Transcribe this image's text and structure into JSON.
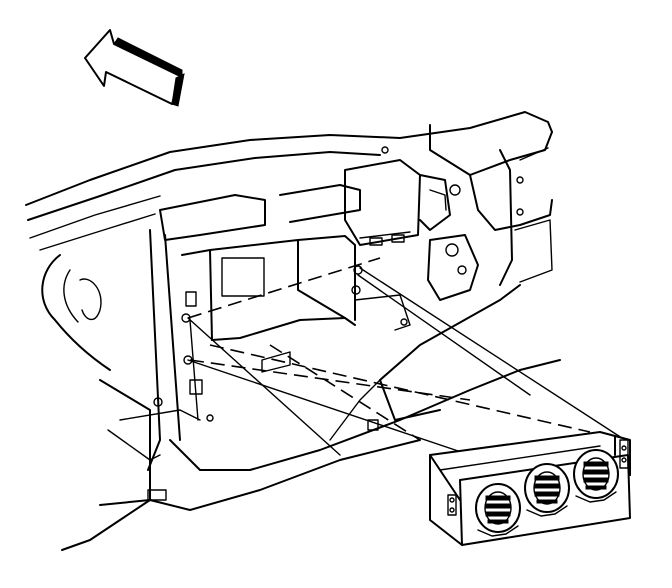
{
  "diagram": {
    "colors": {
      "ink": "#000000",
      "background": "#ffffff"
    },
    "parts": [
      "direction-arrow",
      "instrument-panel-carrier",
      "radio-mounting-bracket",
      "hvac-control-module",
      "control-knobs",
      "alignment-guide-lines"
    ]
  }
}
